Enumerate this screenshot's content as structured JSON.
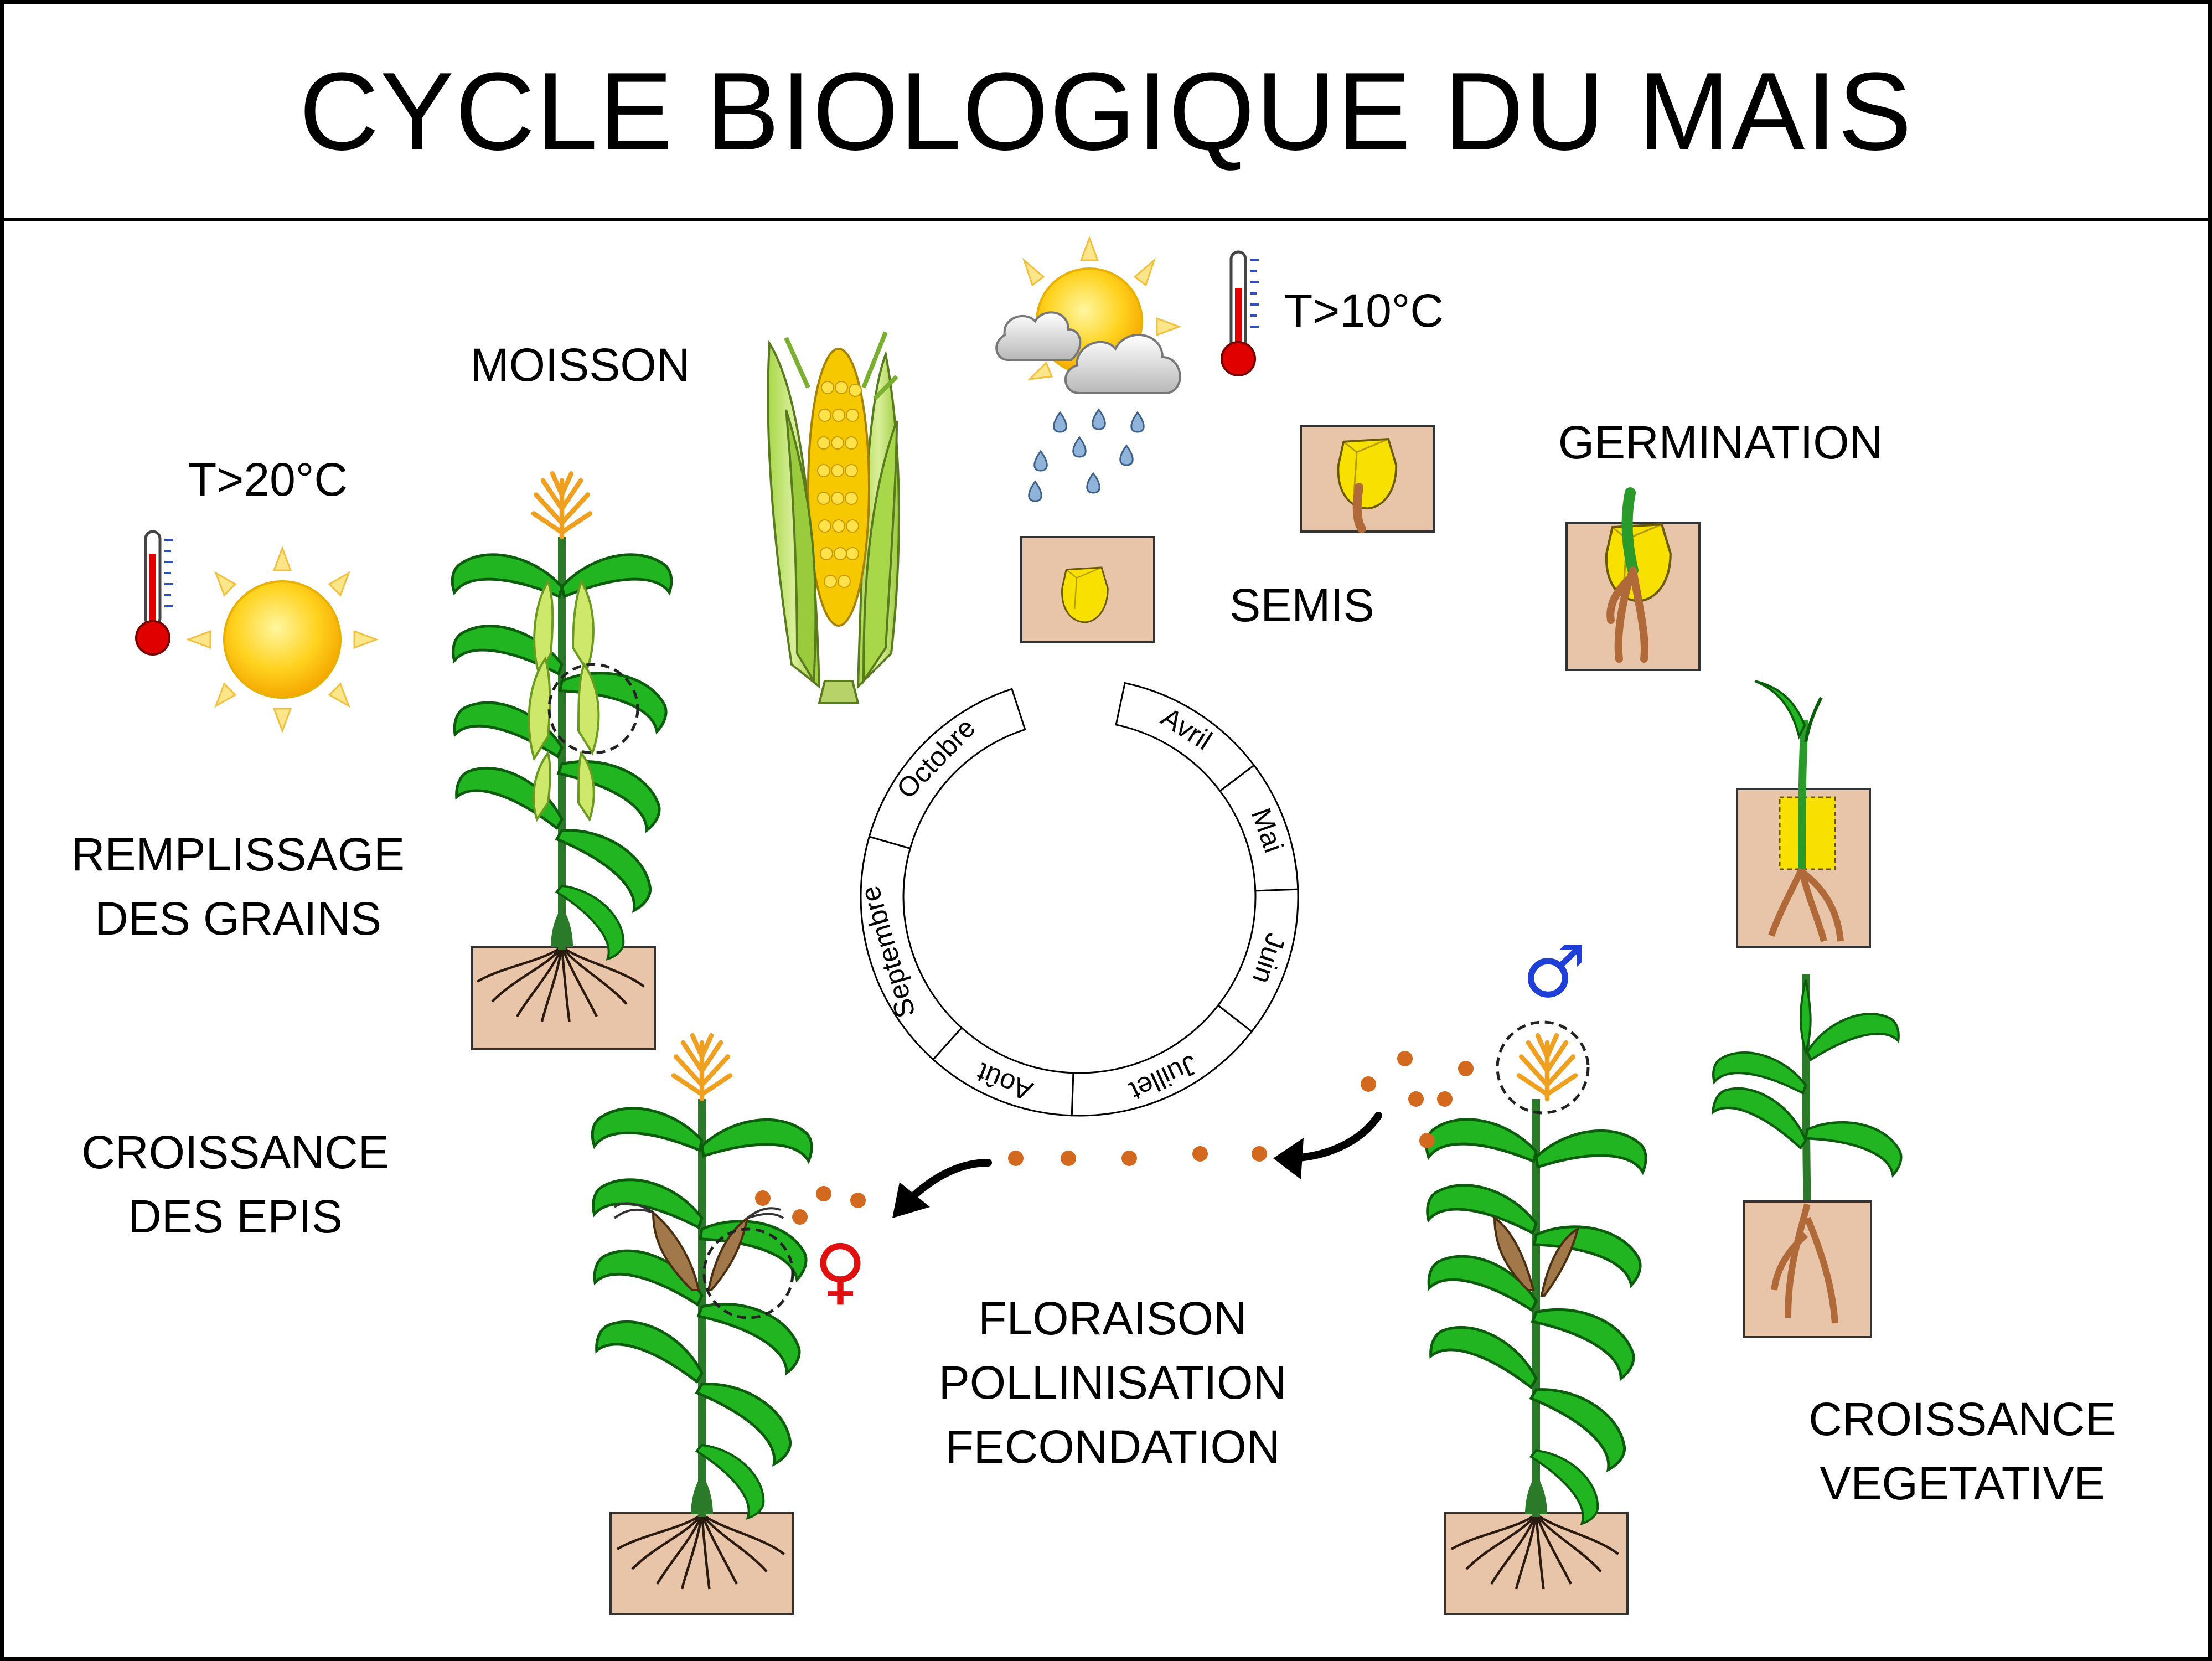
{
  "title": "CYCLE BIOLOGIQUE DU MAIS",
  "stages": {
    "moisson": "MOISSON",
    "semis": "SEMIS",
    "germination": "GERMINATION",
    "remplissage_1": "REMPLISSAGE",
    "remplissage_2": "DES GRAINS",
    "croissance_epis_1": "CROISSANCE",
    "croissance_epis_2": "DES EPIS",
    "floraison_1": "FLORAISON",
    "floraison_2": "POLLINISATION",
    "floraison_3": "FECONDATION",
    "vegetative_1": "CROISSANCE",
    "vegetative_2": "VEGETATIVE"
  },
  "temperatures": {
    "spring": "T>10°C",
    "summer": "T>20°C"
  },
  "months": [
    "Avril",
    "Mai",
    "Juin",
    "Juillet",
    "Août",
    "Septembre",
    "Octobre"
  ],
  "symbols": {
    "male": "♂",
    "female": "♀"
  },
  "colors": {
    "soil": "#e8c4a8",
    "leaf": "#22b522",
    "stem": "#2a7a2a",
    "tassel": "#f0a020",
    "pollen": "#d2691e",
    "male_symbol": "#1f3fd6",
    "female_symbol": "#e01010",
    "kernel": "#f8e000",
    "root": "#b06a3a"
  }
}
